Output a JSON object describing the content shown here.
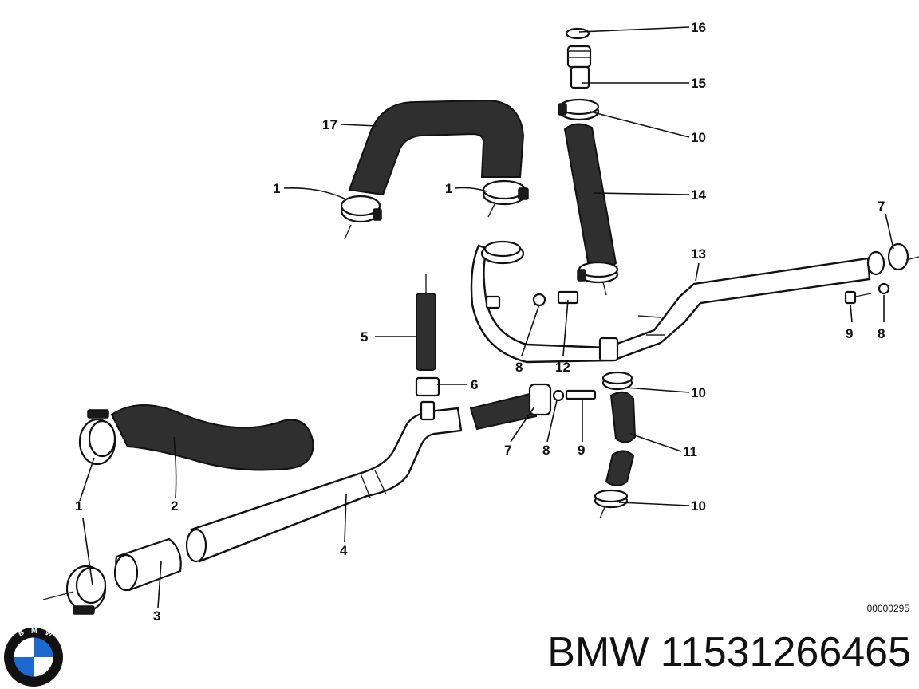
{
  "diagram": {
    "callouts": {
      "c1_top": "1",
      "c1_mid": "1",
      "c1_left": "1",
      "c2": "2",
      "c3": "3",
      "c4": "4",
      "c5": "5",
      "c6": "6",
      "c7_right": "7",
      "c7_mid": "7",
      "c8_a": "8",
      "c8_b": "8",
      "c8_c": "8",
      "c9_a": "9",
      "c9_b": "9",
      "c10_a": "10",
      "c10_b": "10",
      "c10_c": "10",
      "c11": "11",
      "c12": "12",
      "c13": "13",
      "c14": "14",
      "c15": "15",
      "c16": "16",
      "c17": "17"
    },
    "drawing_code": "00000295"
  },
  "caption": {
    "brand": "BMW",
    "part_number": "11531266465",
    "logo_letters": "BMW"
  },
  "colors": {
    "ink": "#111111",
    "hose_fill": "#2f2f2f",
    "logo_blue": "#1c69d4",
    "background": "#ffffff"
  }
}
